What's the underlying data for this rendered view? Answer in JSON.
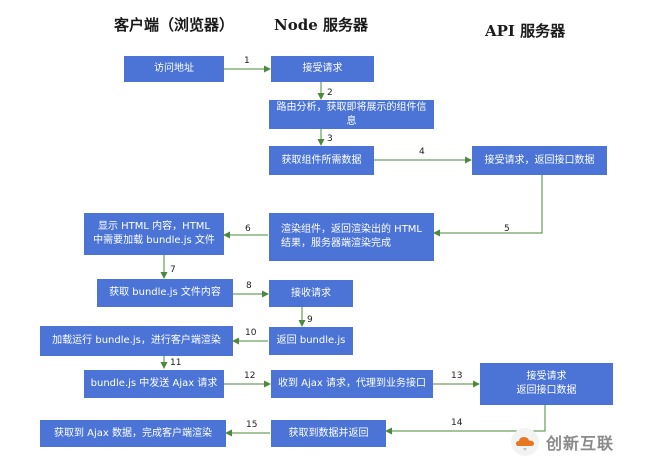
{
  "headers": {
    "client": "客户端（浏览器）",
    "node": "Node  服务器",
    "api": "API  服务器"
  },
  "boxes": {
    "visit": "访问地址",
    "receive": "接受请求",
    "route": "路由分析，获取即将展示的组件信息",
    "fetch": "获取组件所需数据",
    "api_receive": "接受请求，返回接口数据",
    "render_l1": "渲染组件，返回渲染出的 HTML",
    "render_l2": "结果，服务器端渲染完成",
    "show_l1": "显示 HTML 内容，HTML",
    "show_l2": "中需要加载 bundle.js 文件",
    "get_bundle": "获取 bundle.js 文件内容",
    "recv_req": "接收请求",
    "return_bundle": "返回 bundle.js",
    "run_bundle": "加载运行 bundle.js，进行客户端渲染",
    "send_ajax": "bundle.js 中发送 Ajax 请求",
    "proxy": "收到 Ajax 请求，代理到业务接口",
    "api2_l1": "接受请求",
    "api2_l2": "返回接口数据",
    "get_data": "获取到数据并返回",
    "ajax_done": "获取到 Ajax 数据，完成客户端渲染"
  },
  "step_labels": [
    "1",
    "2",
    "3",
    "4",
    "5",
    "6",
    "7",
    "8",
    "9",
    "10",
    "11",
    "12",
    "13",
    "14",
    "15"
  ],
  "logo": {
    "text": "创新互联",
    "icon": "cloud-logo-icon"
  },
  "colors": {
    "box": "#4b74d6",
    "arrow": "#4a8a3a"
  }
}
